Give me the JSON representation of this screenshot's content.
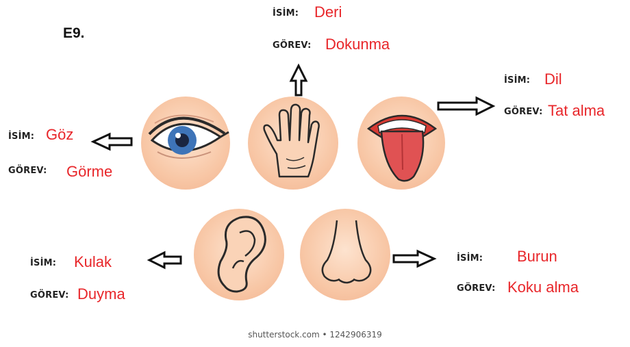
{
  "question_number": "E9.",
  "label_name": "İSİM:",
  "label_duty": "GÖREV:",
  "organs": {
    "skin": {
      "name": "Deri",
      "duty": "Dokunma",
      "icon": "hand-icon"
    },
    "tongue": {
      "name": "Dil",
      "duty": "Tat alma",
      "icon": "tongue-icon"
    },
    "eye": {
      "name": "Göz",
      "duty": "Görme",
      "icon": "eye-icon"
    },
    "ear": {
      "name": "Kulak",
      "duty": "Duyma",
      "icon": "ear-icon"
    },
    "nose": {
      "name": "Burun",
      "duty": "Koku alma",
      "icon": "nose-icon"
    }
  },
  "credit": "shutterstock.com • 1242906319",
  "colors": {
    "answer_text": "#e8262a",
    "circle_fill": "#f8c7a6",
    "label_text": "#222222"
  }
}
